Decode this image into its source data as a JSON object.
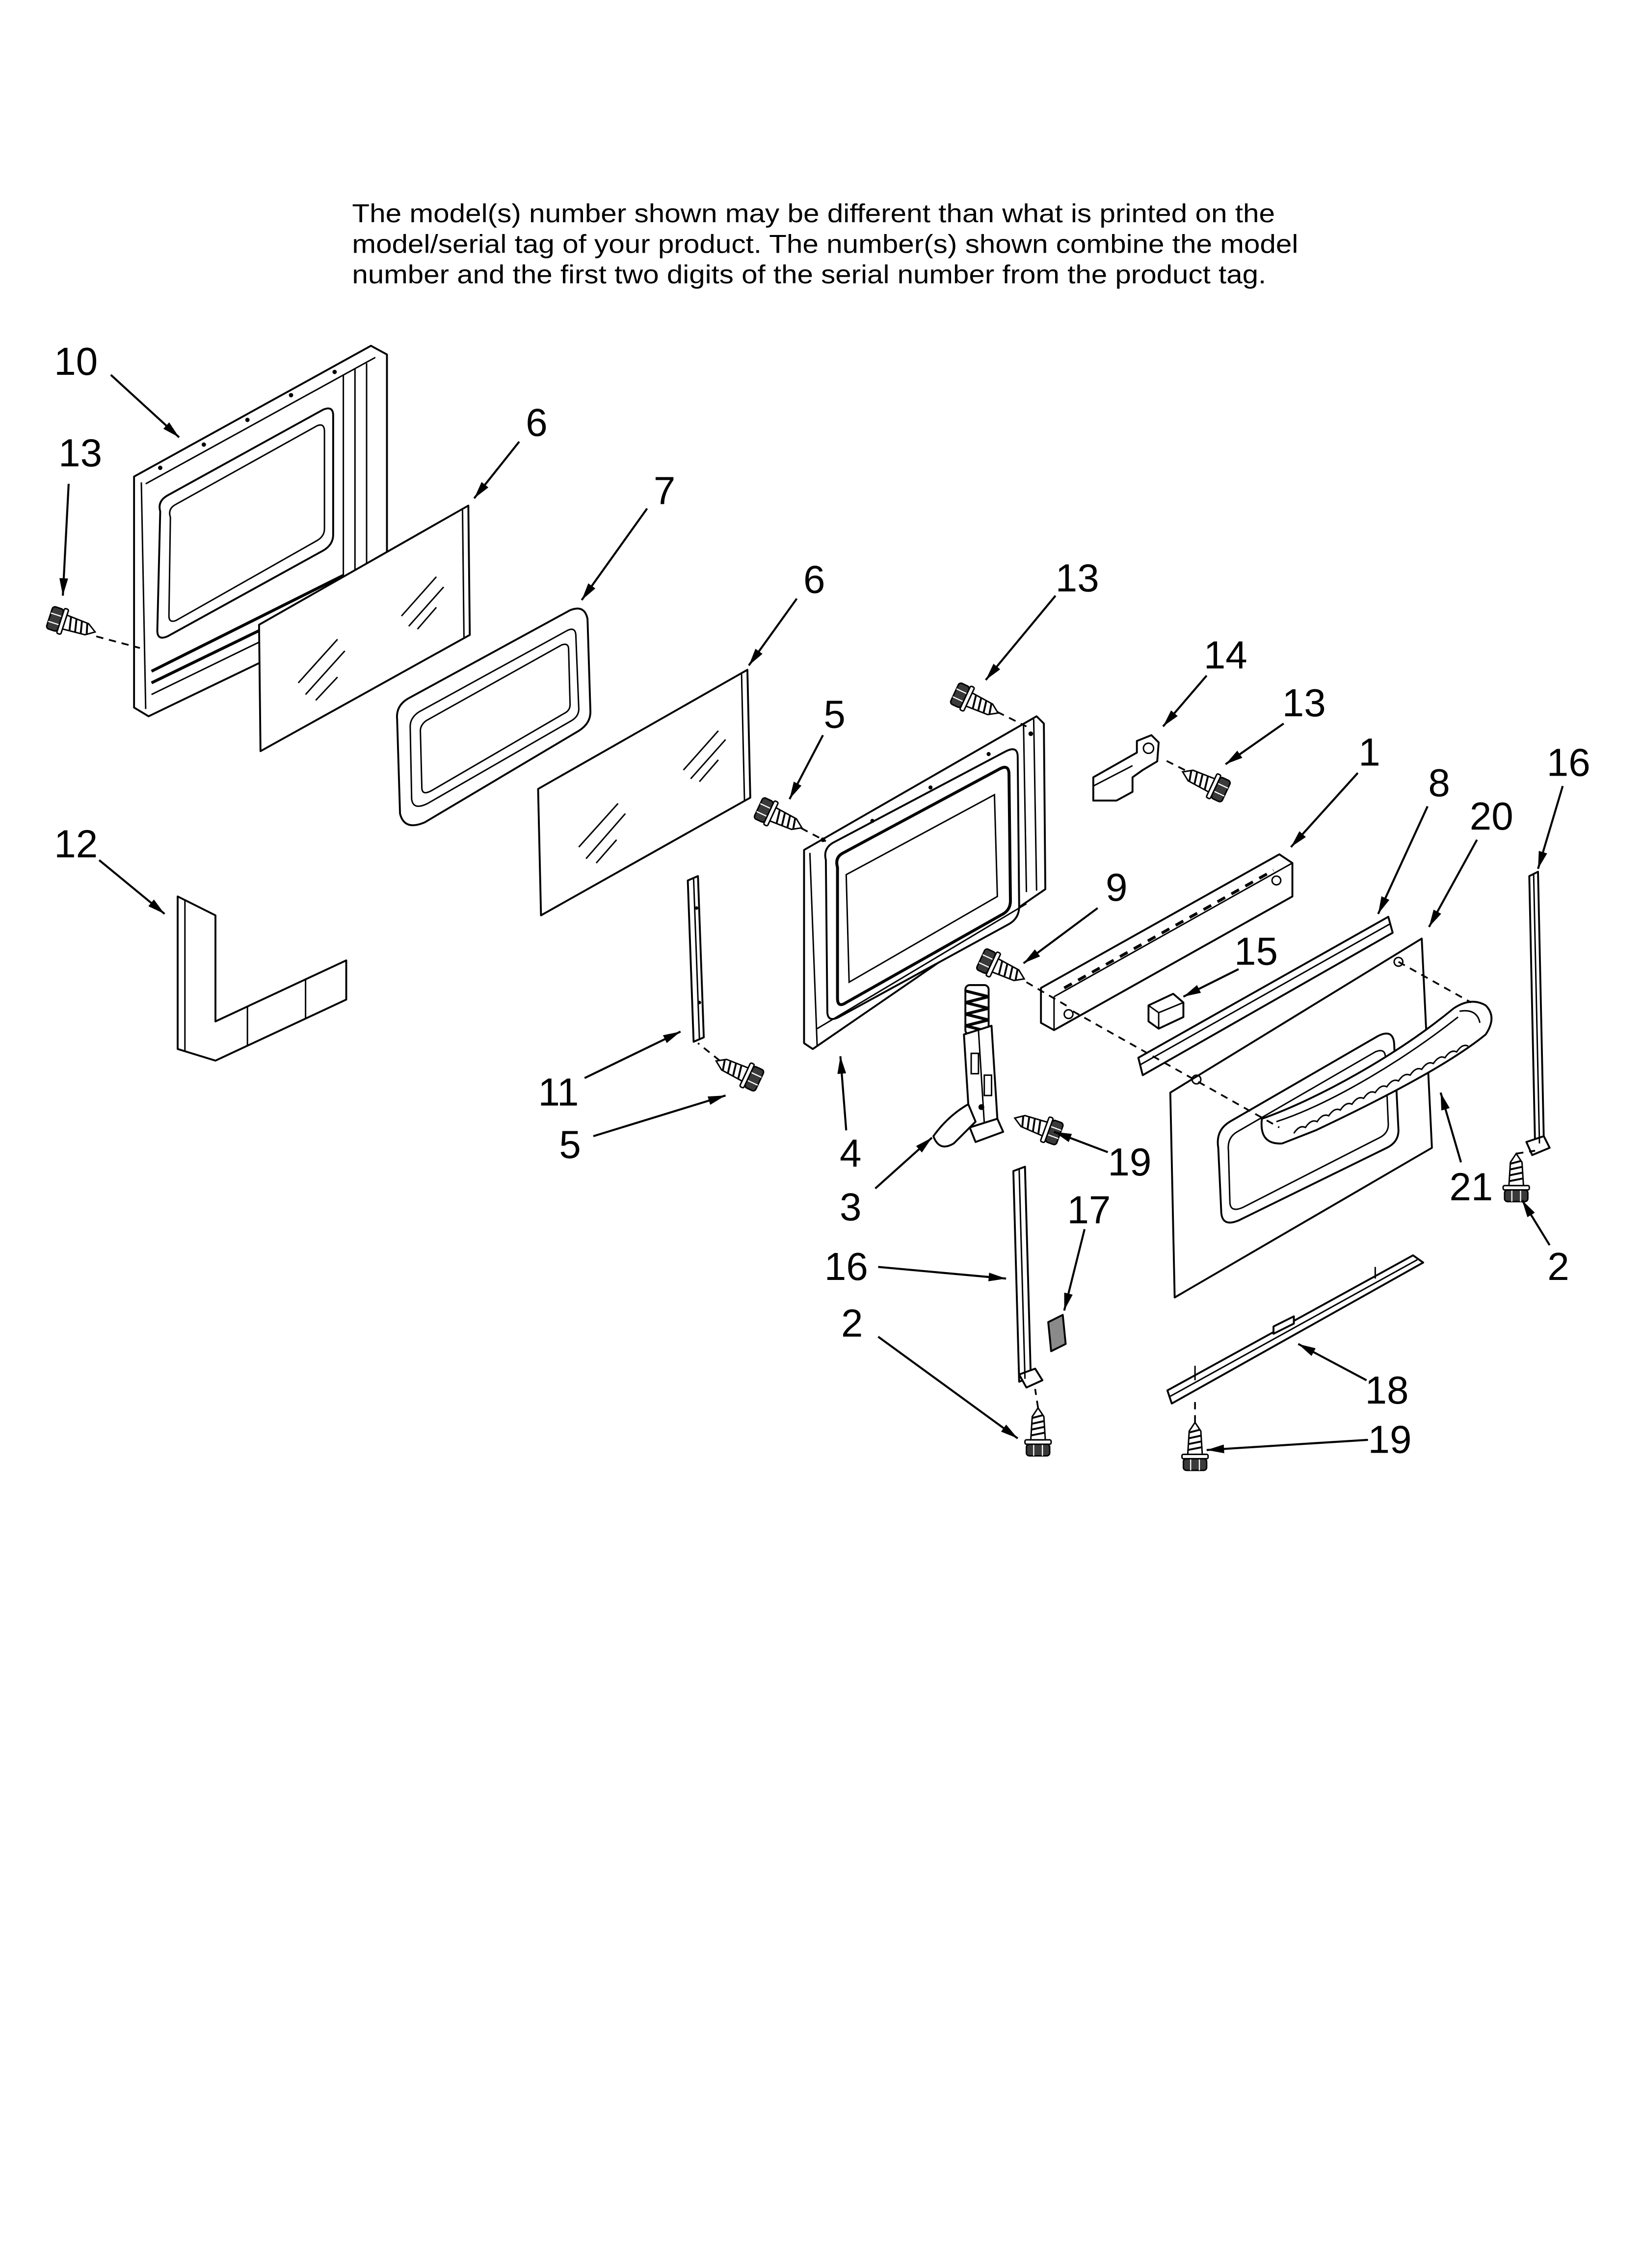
{
  "note": {
    "line1": "The model(s) number shown may be different than what is printed on the",
    "line2": "model/serial tag of your product. The number(s) shown combine the model",
    "line3": "number and the first two digits of the serial number from the product tag."
  },
  "callouts": [
    "10",
    "13",
    "6",
    "7",
    "6",
    "13",
    "5",
    "14",
    "13",
    "1",
    "16",
    "12",
    "8",
    "20",
    "9",
    "15",
    "11",
    "5",
    "4",
    "19",
    "3",
    "17",
    "16",
    "21",
    "2",
    "2",
    "18",
    "19"
  ],
  "colors": {
    "ink": "#000000",
    "paper": "#ffffff"
  }
}
